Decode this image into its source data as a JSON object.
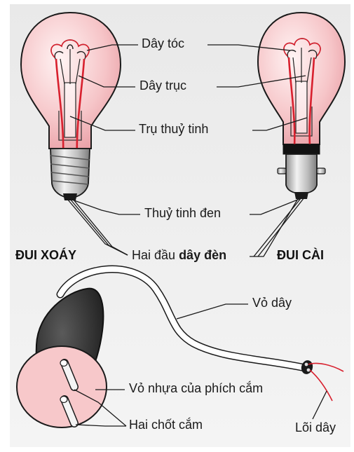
{
  "labels": {
    "filament": "Dây tóc",
    "support_wire": "Dây trục",
    "glass_column": "Trụ thuỷ tinh",
    "black_glass": "Thuỷ tinh đen",
    "lead_wires_prefix": "Hai đầu",
    "lead_wires_bold": "dây đèn",
    "screw_base": "ĐUI XOÁY",
    "bayonet_base": "ĐUI CÀI",
    "cord_sheath": "Vỏ dây",
    "plug_body": "Vỏ nhựa của phích cắm",
    "plug_pins": "Hai chốt cắm",
    "wire_core": "Lõi dây"
  }
}
